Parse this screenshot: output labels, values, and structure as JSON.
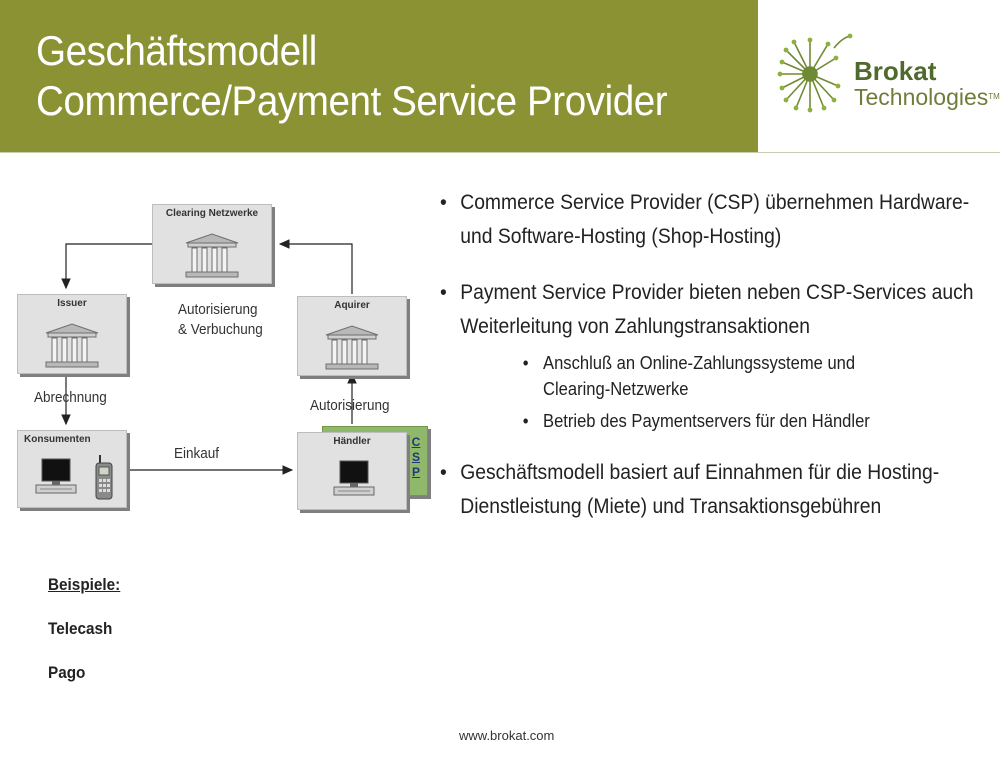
{
  "header": {
    "title_line1": "Geschäftsmodell",
    "title_line2": "Commerce/Payment Service Provider",
    "band_color": "#8b9234"
  },
  "logo": {
    "name": "Brokat",
    "sub": "Technologies",
    "tm": "TM",
    "color": "#4f6a2c"
  },
  "diagram": {
    "nodes": {
      "clearing": "Clearing Netzwerke",
      "issuer": "Issuer",
      "aquirer": "Aquirer",
      "konsumenten": "Konsumenten",
      "haendler": "Händler",
      "csp_letters": [
        "C",
        "S",
        "P"
      ]
    },
    "edges": {
      "autorisierung_verbuchung_1": "Autorisierung",
      "autorisierung_verbuchung_2": "& Verbuchung",
      "abrechnung": "Abrechnung",
      "autorisierung": "Autorisierung",
      "einkauf": "Einkauf"
    },
    "icons": {
      "clearing": "bank-building-icon",
      "issuer": "bank-building-icon",
      "aquirer": "bank-building-icon",
      "konsumenten": [
        "computer-icon",
        "mobile-phone-icon"
      ],
      "haendler": "computer-icon"
    },
    "csp_color": "#8fb86a"
  },
  "examples": {
    "heading": "Beispiele:",
    "items": [
      "Telecash",
      "Pago"
    ]
  },
  "bullets": [
    {
      "text": "Commerce Service Provider (CSP) übernehmen Hardware- und Software-Hosting (Shop-Hosting)"
    },
    {
      "text": "Payment Service Provider bieten neben CSP-Services auch Weiterleitung von Zahlungstransaktionen",
      "sub": [
        "Anschluß an Online-Zahlungssysteme  und Clearing-Netzwerke",
        "Betrieb des Paymentservers für den Händler"
      ]
    },
    {
      "text": "Geschäftsmodell basiert auf Einnahmen für die Hosting-Dienstleistung (Miete) und Transaktionsgebühren"
    }
  ],
  "bullet_char": "•",
  "footer": "www.brokat.com"
}
